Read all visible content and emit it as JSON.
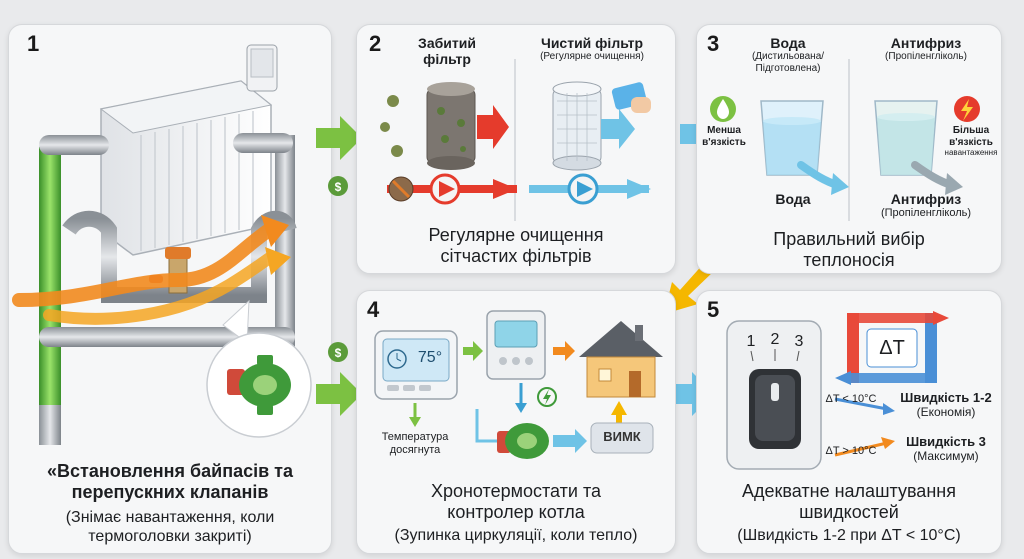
{
  "panels": {
    "p1": {
      "num": "1",
      "title_line1": "«Встановлення байпасів та",
      "title_line2": "перепускних клапанів",
      "sub_line1": "(Знімає навантаження, коли",
      "sub_line2": "термоголовки закриті)"
    },
    "p2": {
      "num": "2",
      "clogged_line1": "Забитий",
      "clogged_line2": "фільтр",
      "clean_title": "Чистий фільтр",
      "clean_sub": "(Регулярне очищення)",
      "caption_line1": "Регулярне очищення",
      "caption_line2": "сітчастих фільтрів"
    },
    "p3": {
      "num": "3",
      "water_title": "Вода",
      "water_sub_line1": "(Дистильована/",
      "water_sub_line2": "Підготовлена)",
      "antifreeze_title": "Антифриз",
      "antifreeze_sub": "(Пропіленгліколь)",
      "less_visc_line1": "Менша",
      "less_visc_line2": "в'язкість",
      "more_visc_line1": "Більша",
      "more_visc_line2": "в'язкість",
      "more_visc_line3": "навантаження",
      "water_label": "Вода",
      "antifreeze_label": "Антифриз",
      "antifreeze_label_sub": "(Пропіленгліколь)",
      "caption_line1": "Правильний вибір",
      "caption_line2": "теплоносія"
    },
    "p4": {
      "num": "4",
      "display_temp": "75°",
      "temp_reached_line1": "Температура",
      "temp_reached_line2": "досягнута",
      "off_label": "ВИМК",
      "title_line1": "Хронотермостати та",
      "title_line2": "контролер котла",
      "sub": "(Зупинка циркуляції, коли тепло)"
    },
    "p5": {
      "num": "5",
      "dial_1": "1",
      "dial_2": "2",
      "dial_3": "3",
      "delta_t": "ΔT",
      "cond_low": "ΔT < 10°C",
      "speed_low": "Швидкість 1-2",
      "speed_low_sub": "(Економія)",
      "cond_high": "ΔT > 10°C",
      "speed_high": "Швидкість 3",
      "speed_high_sub": "(Максимум)",
      "title_line1": "Адекватне налаштування",
      "title_line2": "швидкостей",
      "sub": "(Швидкість 1-2 при ΔT < 10°C)"
    }
  },
  "colors": {
    "green_arrow": "#7cc142",
    "orange_arrow": "#f28a1e",
    "red_arrow": "#e53b2c",
    "blue_arrow": "#6fc3e6",
    "yellow_arrow": "#f5b700",
    "pump_green": "#3f9a3a",
    "hot_pipe": "#e8493a",
    "cold_pipe": "#4a8fd6"
  },
  "icons": [
    "money-bag-icon",
    "water-drop-icon",
    "lightning-icon",
    "thermostat-icon",
    "house-icon",
    "pump-icon",
    "radiator-icon",
    "filter-icon",
    "switch-icon"
  ]
}
